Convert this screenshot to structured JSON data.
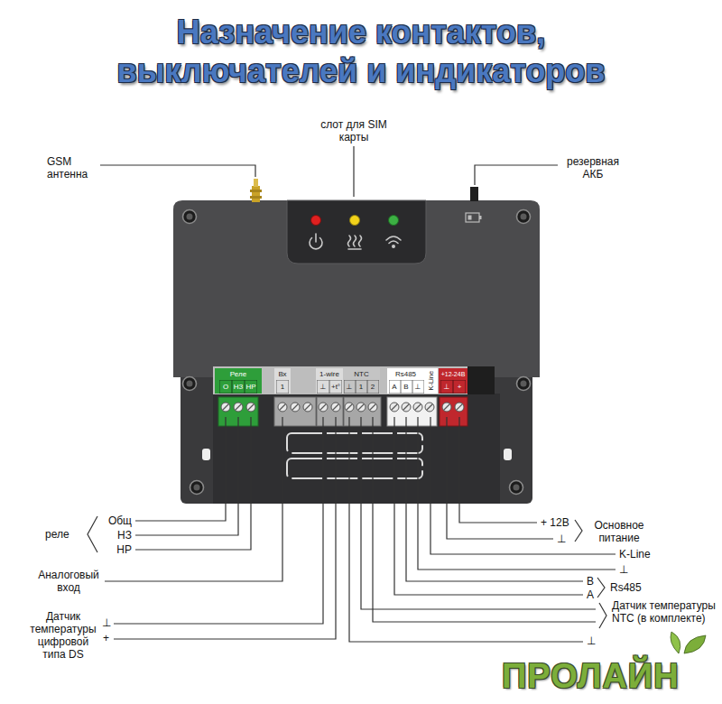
{
  "diagram": {
    "title": "Назначение контактов, выключателей и индикаторов",
    "nodes": [
      {
        "text": [
          "Реле",
          "О",
          "НЗ",
          "НР"
        ]
      },
      {
        "text": [
          "Вх",
          "1"
        ]
      },
      {
        "text": [
          "1-wire",
          "⊥",
          "+t°"
        ]
      },
      {
        "text": [
          "NTC",
          "⊥",
          "1",
          "2"
        ]
      },
      {
        "text": [
          "Rs485",
          "A",
          "B",
          "⊥"
        ]
      },
      {
        "text": [
          "K-Line"
        ]
      },
      {
        "text": [
          "+12-24В",
          "⊥",
          "+"
        ]
      }
    ],
    "labels": [
      "слот для SIM карты",
      "GSM антенна",
      "резервная АКБ",
      "Общ",
      "НЗ",
      "НР",
      "реле",
      "Аналоговый вход",
      "Датчик температуры цифровой типа DS",
      "⊥",
      "+",
      "+ 12В",
      "⊥",
      "Основное питание",
      "K-Line",
      "⊥",
      "B",
      "A",
      "Rs485",
      "Датчик температуры NTC (в комплекте)",
      "⊥",
      "ПРОЛАЙН"
    ]
  }
}
